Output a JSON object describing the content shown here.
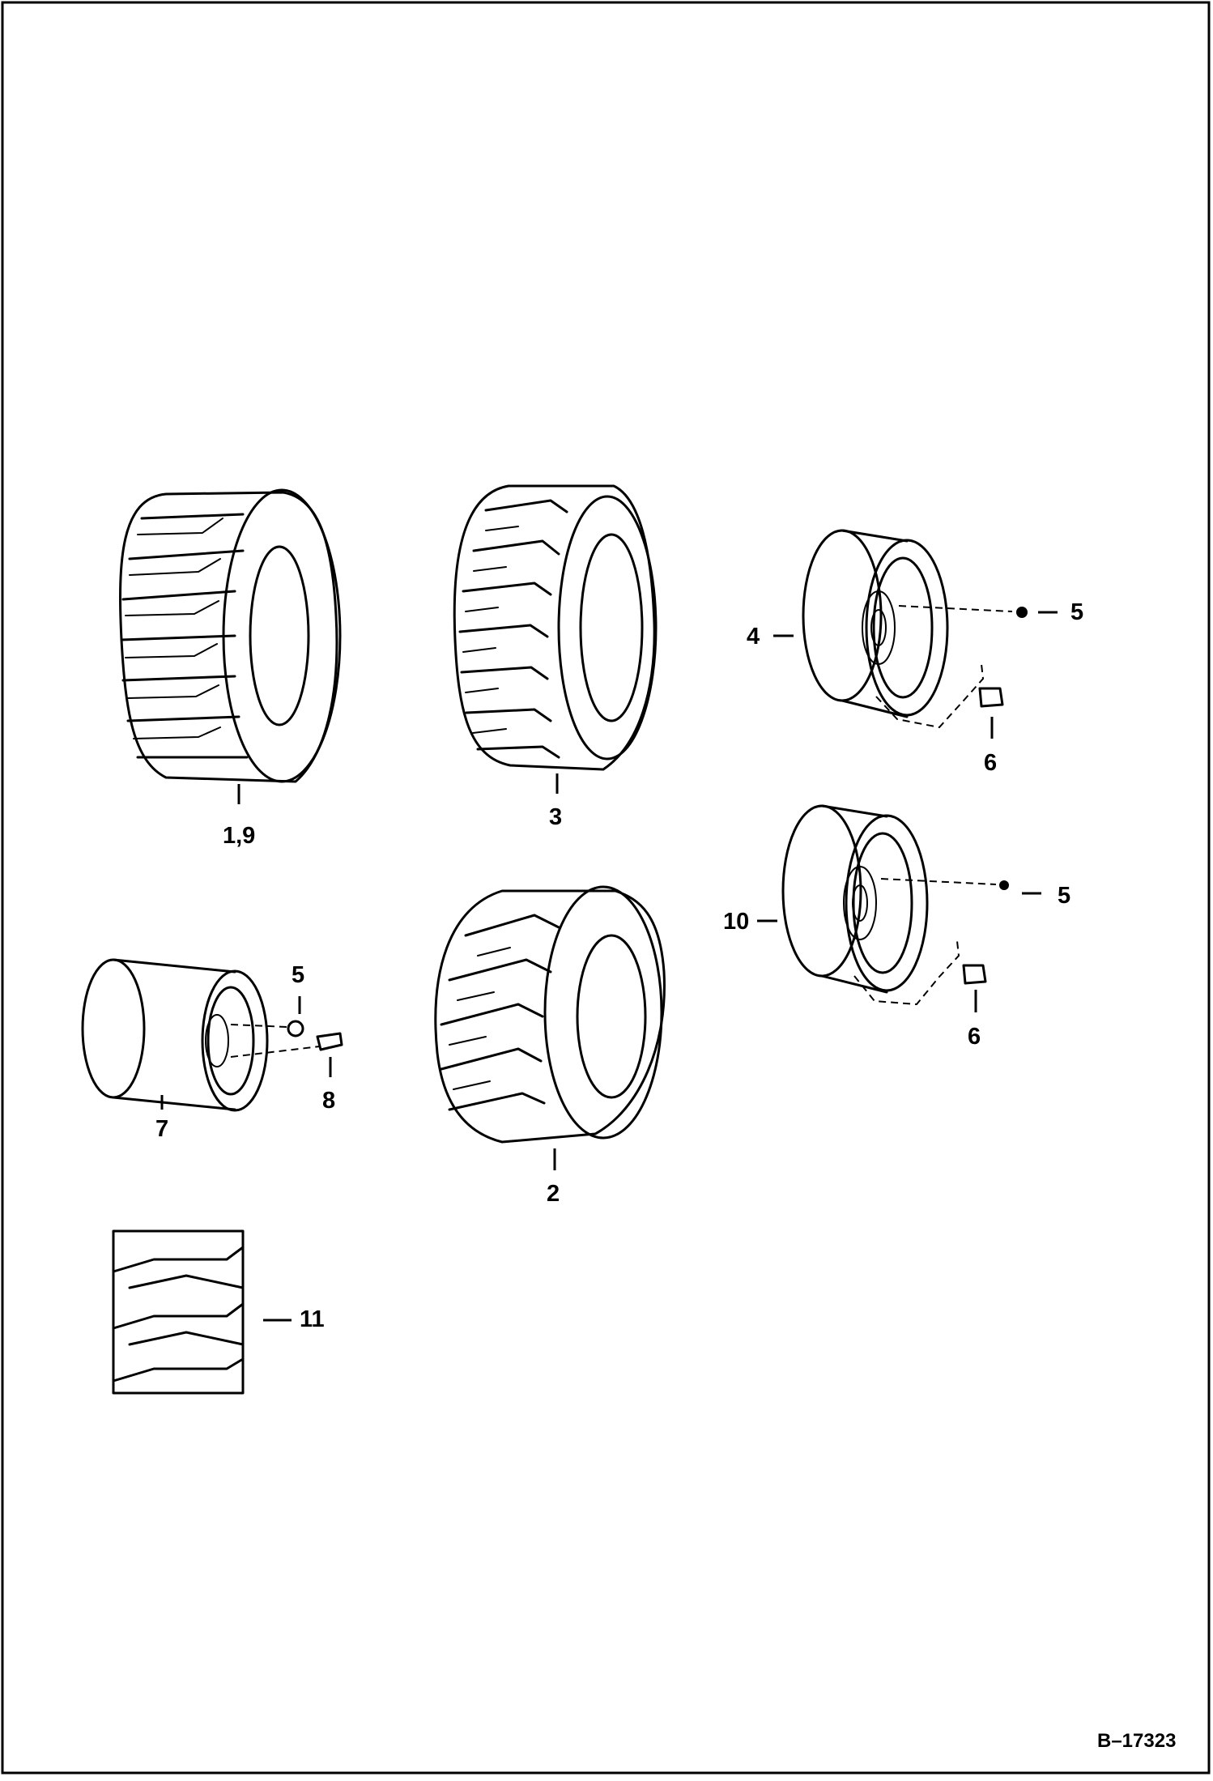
{
  "callouts": {
    "c1_9": "1,9",
    "c2": "2",
    "c3": "3",
    "c4": "4",
    "c5_a": "5",
    "c6_a": "6",
    "c5_b": "5",
    "c6_b": "6",
    "c10": "10",
    "c5_c": "5",
    "c7": "7",
    "c8": "8",
    "c11": "11"
  },
  "figure_id": "B–17323"
}
